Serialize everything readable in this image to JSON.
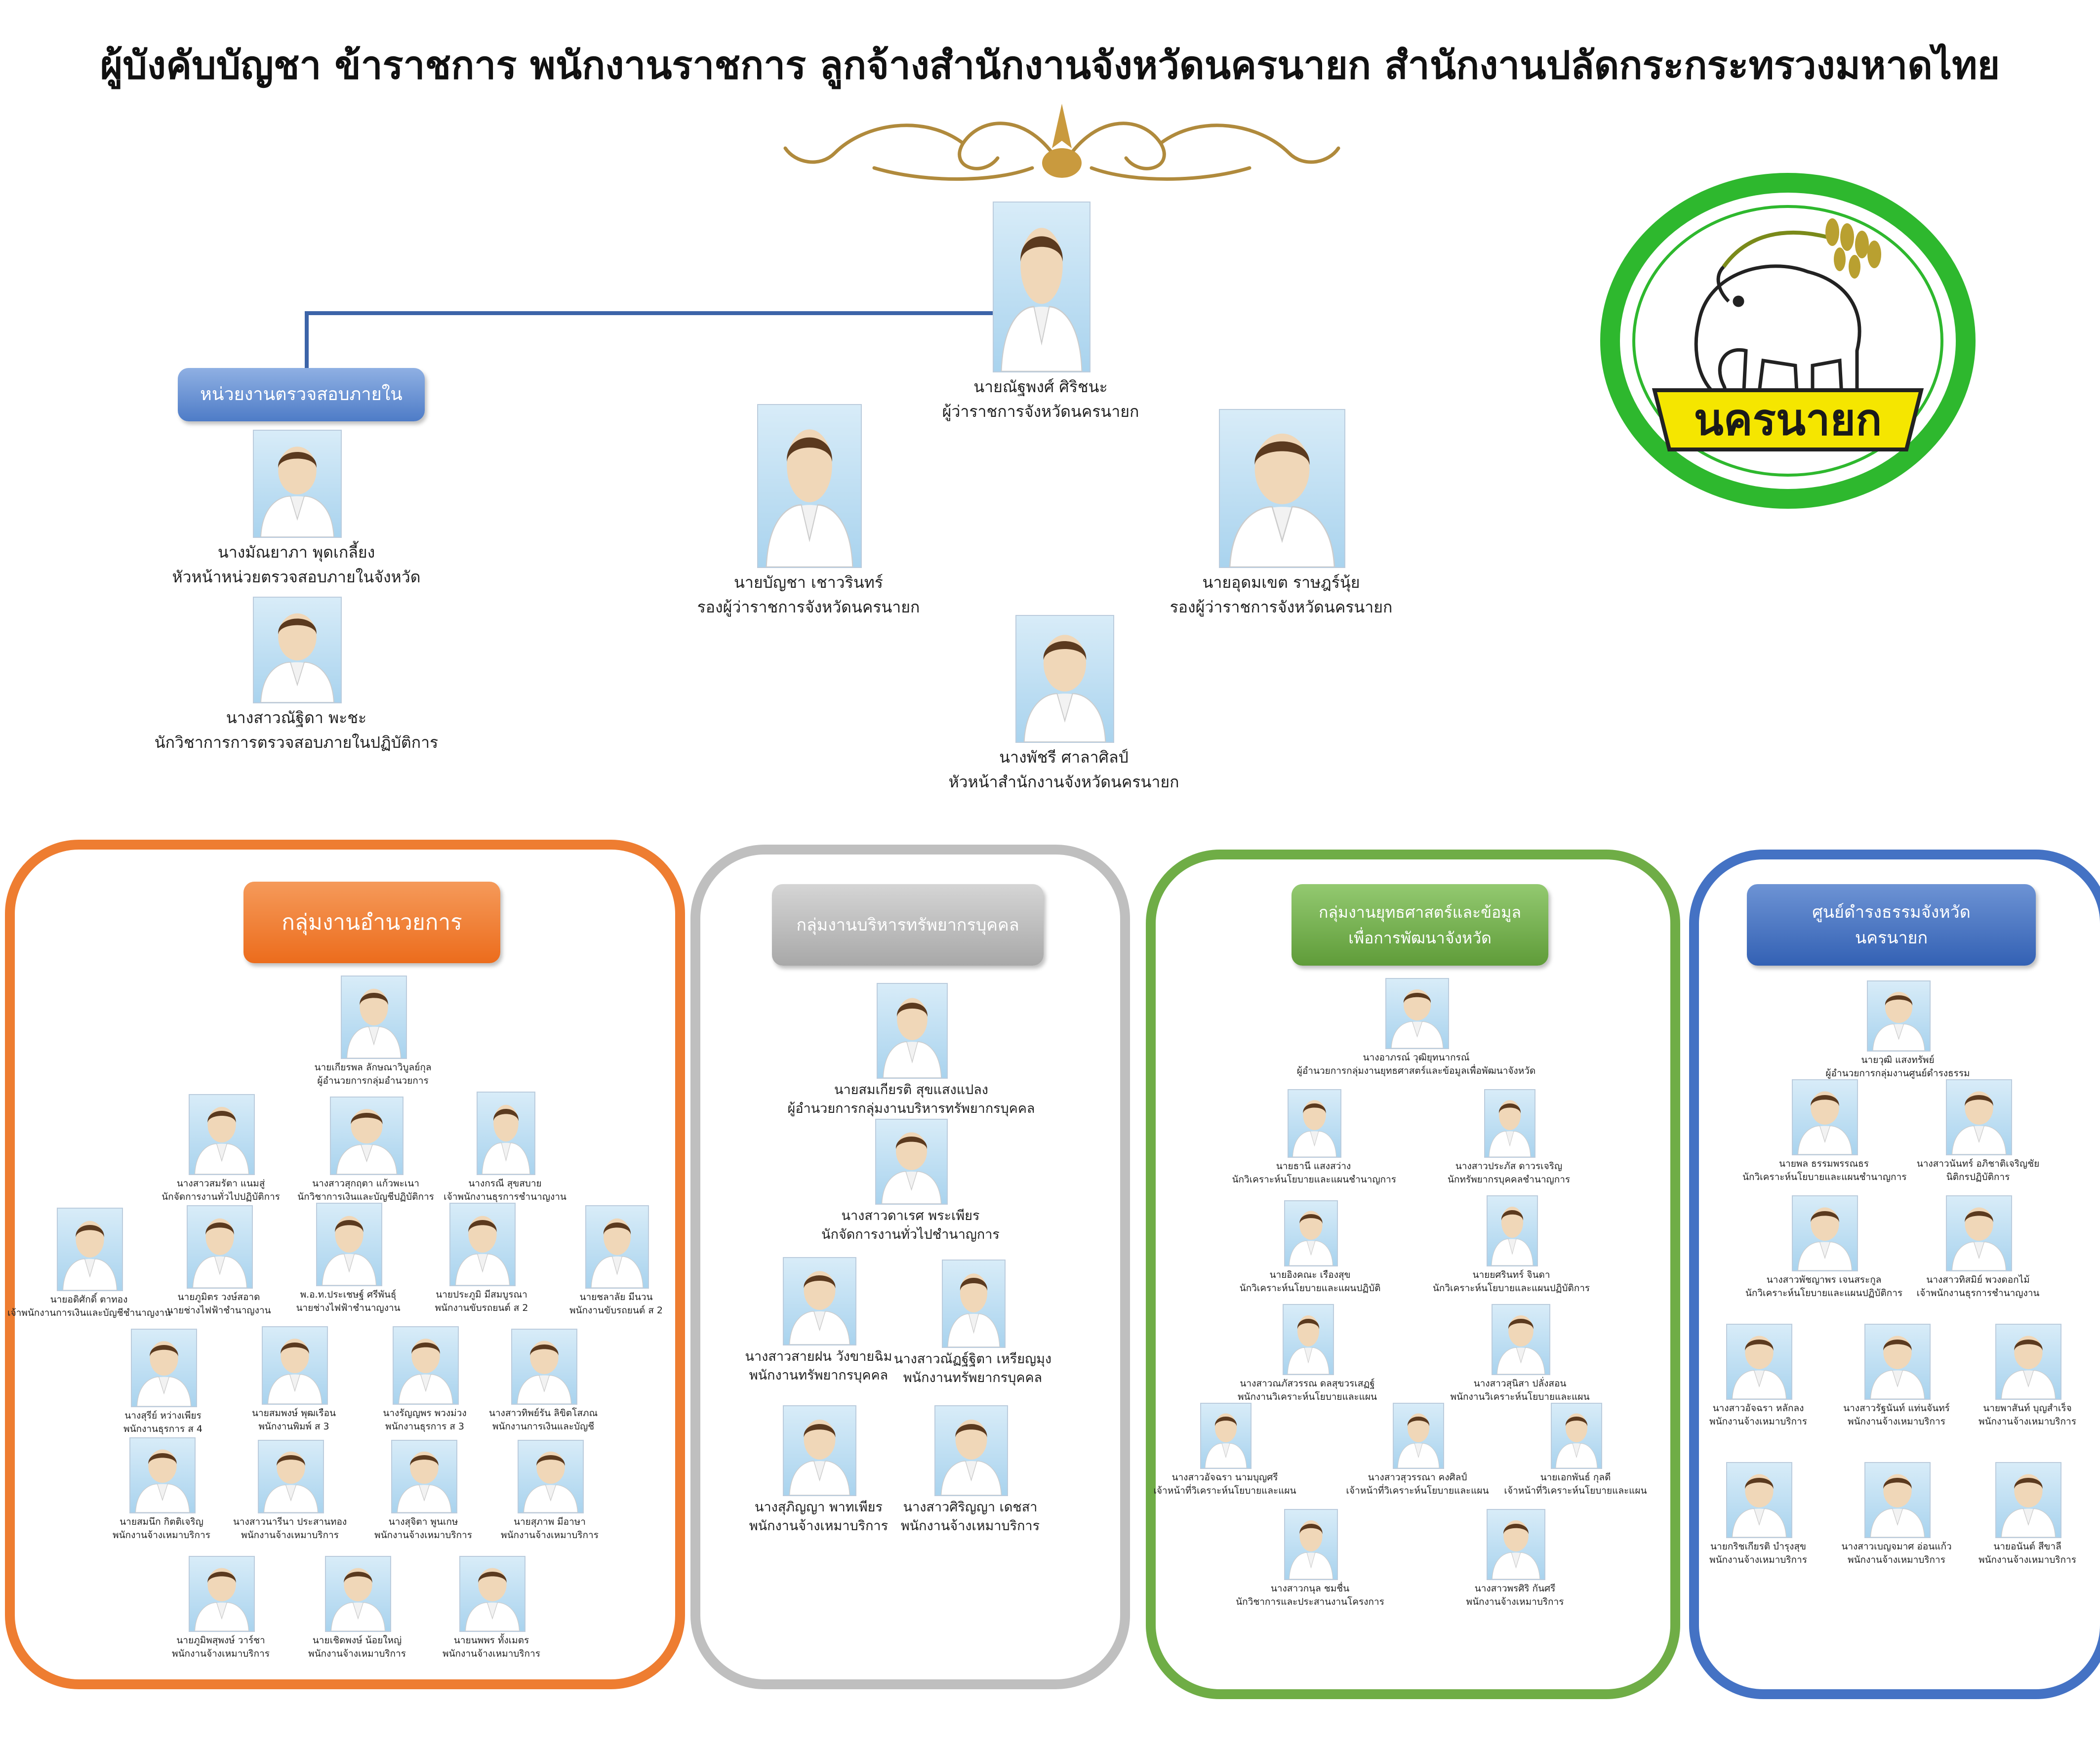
{
  "title": "ผู้บังคับบัญชา ข้าราชการ พนักงานราชการ ลูกจ้างสำนักงานจังหวัดนครนายก สำนักงานปลัดกระกระทรวงมหาดไทย",
  "seal_text": "นครนายก",
  "colors": {
    "orange": "#ee7d31",
    "gray": "#bfbfbf",
    "green": "#6fad46",
    "blue": "#4472c4",
    "line": "#3c64a8"
  },
  "executives": [
    {
      "name": "นายณัฐพงศ์ ศิริชนะ",
      "position": "ผู้ว่าราชการจังหวัดนครนายก"
    },
    {
      "name": "นายบัญชา เชาวรินทร์",
      "position": "รองผู้ว่าราชการจังหวัดนครนายก"
    },
    {
      "name": "นายอุดมเขต ราษฎร์นุ้ย",
      "position": "รองผู้ว่าราชการจังหวัดนครนายก"
    },
    {
      "name": "นางพัชรี ศาลาศิลป์",
      "position": "หัวหน้าสำนักงานจังหวัดนครนายก"
    }
  ],
  "audit": {
    "label": "หน่วยงานตรวจสอบภายใน",
    "members": [
      {
        "name": "นางมัณยาภา พุดเกลี้ยง",
        "position": "หัวหน้าหน่วยตรวจสอบภายในจังหวัด"
      },
      {
        "name": "นางสาวณัฐิดา พะชะ",
        "position": "นักวิชาการการตรวจสอบภายในปฏิบัติการ"
      }
    ]
  },
  "groups": {
    "admin": {
      "label": "กลุ่มงานอำนวยการ",
      "members": [
        {
          "name": "นายเกียรพล ลักษณาวิบูลย์กุล",
          "position": "ผู้อำนวยการกลุ่มอำนวยการ"
        },
        {
          "name": "นางสาวสมรัตา แนมสู่",
          "position": "นักจัดการงานทั่วไปปฏิบัติการ"
        },
        {
          "name": "นางสาวสุกฤตา แก้วพะเนา",
          "position": "นักวิชาการเงินและบัญชีปฏิบัติการ"
        },
        {
          "name": "นางกรณี สุขสบาย",
          "position": "เจ้าพนักงานธุรการชำนาญงาน"
        },
        {
          "name": "นายอดิศักดิ์ ตาทอง",
          "position": "เจ้าพนักงานการเงินและบัญชีชำนาญงาน"
        },
        {
          "name": "นายภูมิตร วงษ์สอาด",
          "position": "นายช่างไฟฟ้าชำนาญงาน"
        },
        {
          "name": "พ.อ.ท.ประเชษฐ์ ศรีพันธุ์",
          "position": "นายช่างไฟฟ้าชำนาญงาน"
        },
        {
          "name": "นายประภูมิ มีสมบูรณา",
          "position": "พนักงานขับรถยนต์ ส 2"
        },
        {
          "name": "นายชลาลัย มีนวน",
          "position": "พนักงานขับรถยนต์ ส 2"
        },
        {
          "name": "นางสุรีย์ หว่างเพียร",
          "position": "พนักงานธุรการ ส 4"
        },
        {
          "name": "นายสมพงษ์ พุฒเรือน",
          "position": "พนักงานพิมพ์ ส 3"
        },
        {
          "name": "นางรัญญพร พวงม่วง",
          "position": "พนักงานธุรการ ส 3"
        },
        {
          "name": "นางสาวทิพย์รัน ลิขิตโสภณ",
          "position": "พนักงานการเงินและบัญชี"
        },
        {
          "name": "นายสมนึก กิตติเจริญ",
          "position": "พนักงานจ้างเหมาบริการ"
        },
        {
          "name": "นางสาวนารีนา ประสานทอง",
          "position": "พนักงานจ้างเหมาบริการ"
        },
        {
          "name": "นางสุจิตา พูนเกษ",
          "position": "พนักงานจ้างเหมาบริการ"
        },
        {
          "name": "นายสุภาพ มีอาษา",
          "position": "พนักงานจ้างเหมาบริการ"
        },
        {
          "name": "นายภูมิพสุพงษ์ วาร์ชา",
          "position": "พนักงานจ้างเหมาบริการ"
        },
        {
          "name": "นายเชิดพงษ์ น้อยใหญ่",
          "position": "พนักงานจ้างเหมาบริการ"
        },
        {
          "name": "นายนพพร ทั้งเมตร",
          "position": "พนักงานจ้างเหมาบริการ"
        }
      ]
    },
    "hr": {
      "label": "กลุ่มงานบริหารทรัพยากรบุคคล",
      "members": [
        {
          "name": "นายสมเกียรติ สุขแสงแปลง",
          "position": "ผู้อำนวยการกลุ่มงานบริหารทรัพยากรบุคคล"
        },
        {
          "name": "นางสาวดาเรศ พระเพียร",
          "position": "นักจัดการงานทั่วไปชำนาญการ"
        },
        {
          "name": "นางสาวสายฝน วังขายฉิม",
          "position": "พนักงานทรัพยากรบุคคล"
        },
        {
          "name": "นางสาวณัฏฐ์ฐิตา เหรียญมุง",
          "position": "พนักงานทรัพยากรบุคคล"
        },
        {
          "name": "นางสุภิญญา พาทเพียร",
          "position": "พนักงานจ้างเหมาบริการ"
        },
        {
          "name": "นางสาวศิริญญา เดชสา",
          "position": "พนักงานจ้างเหมาบริการ"
        }
      ]
    },
    "strategy": {
      "label_line1": "กลุ่มงานยุทธศาสตร์และข้อมูล",
      "label_line2": "เพื่อการพัฒนาจังหวัด",
      "members": [
        {
          "name": "นางอาภรณ์ วุฒิยุทนากรณ์",
          "position": "ผู้อำนวยการกลุ่มงานยุทธศาสตร์และข้อมูลเพื่อพัฒนาจังหวัด"
        },
        {
          "name": "นายธานี แสงสว่าง",
          "position": "นักวิเคราะห์นโยบายและแผนชำนาญการ"
        },
        {
          "name": "นางสาวประภัส ดาวรเจริญ",
          "position": "นักทรัพยากรบุคคลชำนาญการ"
        },
        {
          "name": "นายอิงคณะ เรืองสุข",
          "position": "นักวิเคราะห์นโยบายและแผนปฏิบัติ"
        },
        {
          "name": "นายยศรินทร์ จินดา",
          "position": "นักวิเคราะห์นโยบายและแผนปฏิบัติการ"
        },
        {
          "name": "นางสาวณภัสวรรณ ดลสุขวรเสฏฐ์",
          "position": "พนักงานวิเคราะห์นโยบายและแผน"
        },
        {
          "name": "นางสาวสุนิสา ปลั่งสอน",
          "position": "พนักงานวิเคราะห์นโยบายและแผน"
        },
        {
          "name": "นางสาวอัจฉรา นามบุญศรี",
          "position": "เจ้าหน้าที่วิเคราะห์นโยบายและแผน"
        },
        {
          "name": "นางสาวสุวรรณา คงศิลป์",
          "position": "เจ้าหน้าที่วิเคราะห์นโยบายและแผน"
        },
        {
          "name": "นายเอกพันธ์ กุลดี",
          "position": "เจ้าหน้าที่วิเคราะห์นโยบายและแผน"
        },
        {
          "name": "นางสาวกนุล ชมชื่น",
          "position": "นักวิชาการและประสานงานโครงการ"
        },
        {
          "name": "นางสาวพรศิริ กันศรี",
          "position": "พนักงานจ้างเหมาบริการ"
        }
      ]
    },
    "ops": {
      "label_line1": "ศูนย์ดำรงธรรมจังหวัด",
      "label_line2": "นครนายก",
      "members": [
        {
          "name": "นายวุฒิ แสงทรัพย์",
          "position": "ผู้อำนวยการกลุ่มงานศูนย์ดำรงธรรม"
        },
        {
          "name": "นายพล ธรรมพรรณธร",
          "position": "นักวิเคราะห์นโยบายและแผนชำนาญการ"
        },
        {
          "name": "นางสาวนันทร์ อภิชาติเจริญชัย",
          "position": "นิติกรปฏิบัติการ"
        },
        {
          "name": "นางสาวพัชญาพร เจนสระกูล",
          "position": "นักวิเคราะห์นโยบายและแผนปฏิบัติการ"
        },
        {
          "name": "นางสาวทิสมิย์ พวงดอกไม้",
          "position": "เจ้าพนักงานธุรการชำนาญงาน"
        },
        {
          "name": "นางสาวอัจฉรา หลักลง",
          "position": "พนักงานจ้างเหมาบริการ"
        },
        {
          "name": "นางสาวรัฐนันท์ แท่นจันทร์",
          "position": "พนักงานจ้างเหมาบริการ"
        },
        {
          "name": "นายพาสันท์ บุญสำเร็จ",
          "position": "พนักงานจ้างเหมาบริการ"
        },
        {
          "name": "นายกริชเกียรติ บำรุงสุข",
          "position": "พนักงานจ้างเหมาบริการ"
        },
        {
          "name": "นางสาวเบญจมาศ อ่อนแก้ว",
          "position": "พนักงานจ้างเหมาบริการ"
        },
        {
          "name": "นายอนันต์ สีขาลี",
          "position": "พนักงานจ้างเหมาบริการ"
        }
      ]
    }
  }
}
